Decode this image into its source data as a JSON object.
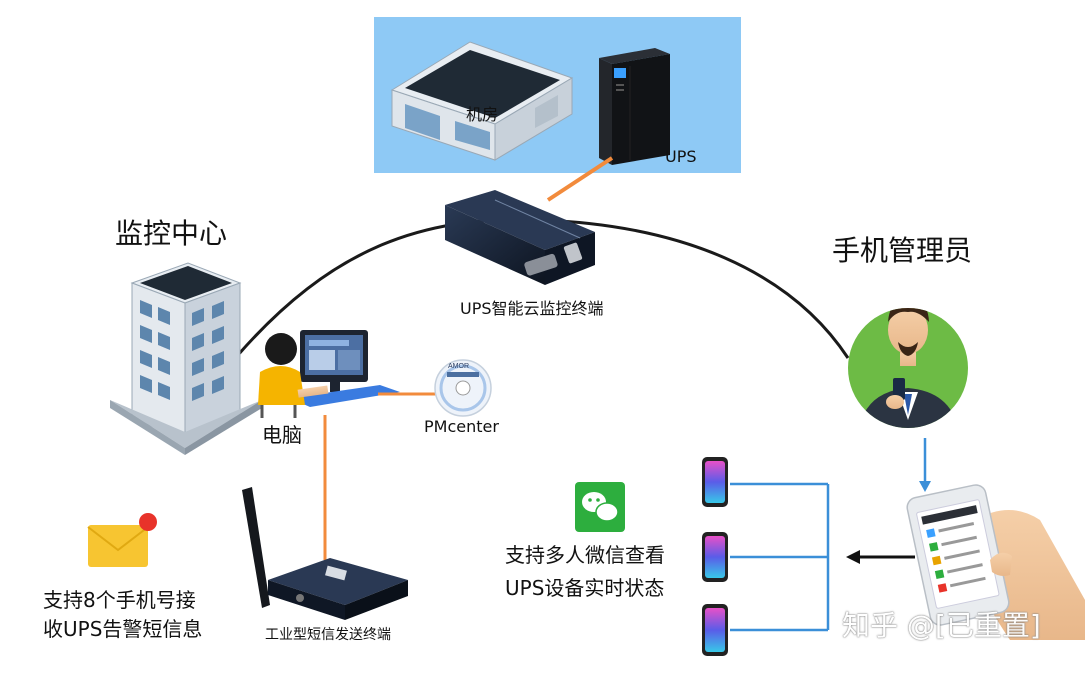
{
  "labels": {
    "machine_room": "机房",
    "ups": "UPS",
    "monitor_center": "监控中心",
    "mobile_admin": "手机管理员",
    "cloud_terminal": "UPS智能云监控终端",
    "computer": "电脑",
    "pmcenter": "PMcenter",
    "sms_terminal": "工业型短信发送终端",
    "sms_support_line1": "支持8个手机号接",
    "sms_support_line2": "收UPS告警短信息",
    "wechat_line1": "支持多人微信查看",
    "wechat_line2": "UPS设备实时状态",
    "watermark": "知乎 @[已重置]"
  },
  "device_text": {
    "cd_brand": "AMOR"
  },
  "colors": {
    "sky": "#8ec9f5",
    "link_orange": "#f28b3c",
    "link_blue": "#3b8fd8",
    "arc_black": "#1a1a1a",
    "wechat_green": "#2dae3e",
    "envelope_yellow": "#f7c531",
    "badge_red": "#e8332a",
    "avatar_green": "#6dbb45"
  },
  "icons": [
    "building-icon",
    "ups-tower-icon",
    "office-tower-icon",
    "computer-user-icon",
    "cd-icon",
    "router-icon",
    "sms-modem-icon",
    "envelope-icon",
    "wechat-icon",
    "avatar-icon",
    "phone-icon",
    "hand-phone-icon"
  ]
}
